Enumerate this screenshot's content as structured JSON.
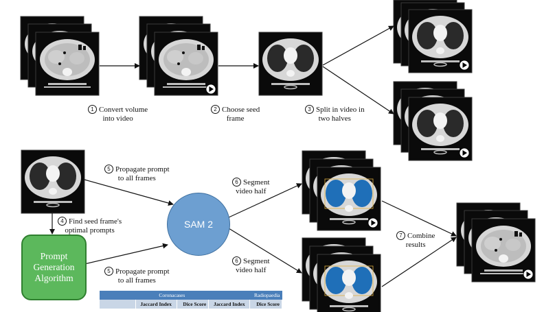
{
  "steps": {
    "step1": {
      "num": "1",
      "text_line1": "Convert volume",
      "text_line2": "into video"
    },
    "step2": {
      "num": "2",
      "text_line1": "Choose seed",
      "text_line2": "frame"
    },
    "step3": {
      "num": "3",
      "text_line1": "Split in video in",
      "text_line2": "two halves"
    },
    "step4": {
      "num": "4",
      "text_line1": "Find seed frame's",
      "text_line2": "optimal prompts"
    },
    "step5a": {
      "num": "5",
      "text_line1": "Propagate prompt",
      "text_line2": "to all frames"
    },
    "step5b": {
      "num": "5",
      "text_line1": "Propagate prompt",
      "text_line2": "to all frames"
    },
    "step6a": {
      "num": "6",
      "text_line1": "Segment",
      "text_line2": "video half"
    },
    "step6b": {
      "num": "6",
      "text_line1": "Segment",
      "text_line2": "video half"
    },
    "step7": {
      "num": "7",
      "text_line1": "Combine",
      "text_line2": "results"
    }
  },
  "nodes": {
    "sam": "SAM 2",
    "pga_line1": "Prompt",
    "pga_line2": "Generation",
    "pga_line3": "Algorithm"
  },
  "table": {
    "groups": [
      "Coronacases",
      "Radiopaedia"
    ],
    "columns": [
      "",
      "Jaccard Index",
      "Dice Score",
      "Jaccard Index",
      "Dice Score"
    ]
  },
  "colors": {
    "sam_fill": "#6d9fd1",
    "pga_fill": "#5cb85c",
    "segmentation": "#1f6fb8",
    "table_header": "#4a7fba"
  }
}
